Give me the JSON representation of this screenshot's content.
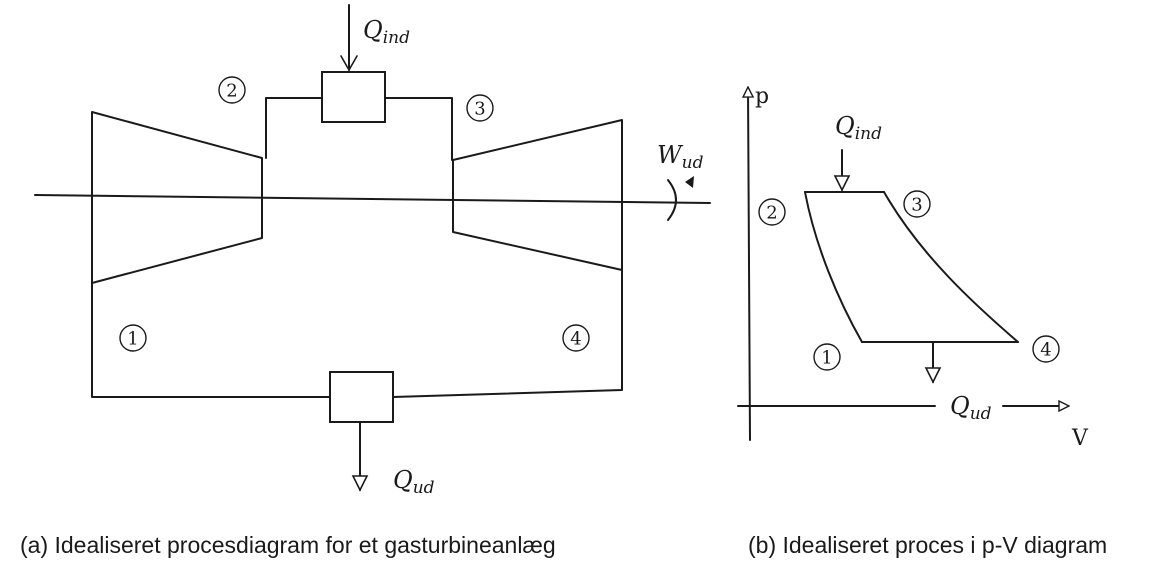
{
  "diagram_a": {
    "caption": "(a) Idealiseret procesdiagram for et gasturbineanlæg",
    "heat_in": {
      "symbol": "Q",
      "subscript": "ind"
    },
    "heat_out": {
      "symbol": "Q",
      "subscript": "ud"
    },
    "work_out": {
      "symbol": "W",
      "subscript": "ud"
    },
    "states": [
      "1",
      "2",
      "3",
      "4"
    ]
  },
  "diagram_b": {
    "caption": "(b) Idealiseret proces i p-V diagram",
    "y_axis_label": "p",
    "x_axis_label": "V",
    "heat_in": {
      "symbol": "Q",
      "subscript": "ind"
    },
    "heat_out": {
      "symbol": "Q",
      "subscript": "ud"
    },
    "states": [
      "1",
      "2",
      "3",
      "4"
    ]
  }
}
